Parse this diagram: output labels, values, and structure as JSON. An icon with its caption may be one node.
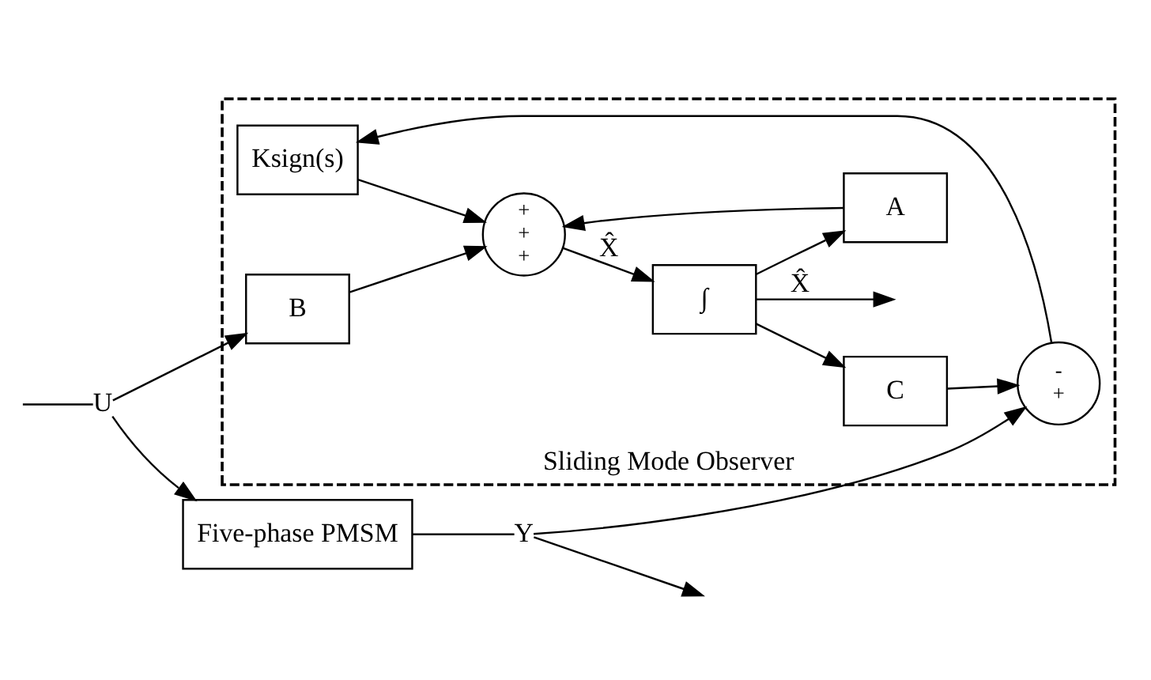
{
  "diagram": {
    "nodes": [
      {
        "text": [
          "Sliding Mode Observer"
        ]
      },
      {
        "text": [
          "U"
        ]
      },
      {
        "text": [
          "Five-phase PMSM"
        ]
      },
      {
        "text": [
          "Y"
        ]
      },
      {
        "text": [
          "Ksign(s)"
        ],
        "in": 0
      },
      {
        "text": [
          "B"
        ],
        "in": 0
      },
      {
        "text": [
          "+",
          "+",
          "+"
        ],
        "in": 0
      },
      {
        "text": [
          "∫"
        ],
        "in": 0
      },
      {
        "text": [
          "C"
        ],
        "in": 0
      },
      {
        "text": [
          "-",
          "+"
        ],
        "in": 0
      },
      {
        "text": [
          "A"
        ],
        "in": 0
      }
    ],
    "edges": [
      {
        "from": null,
        "to": 1,
        "arrow": "none"
      },
      {
        "from": 1,
        "to": 2,
        "arrow": "to"
      },
      {
        "from": 2,
        "to": 3,
        "arrow": "none"
      },
      {
        "from": 3,
        "to": null,
        "arrow": "to"
      },
      {
        "from": 1,
        "to": 5,
        "arrow": "to"
      },
      {
        "from": 5,
        "to": 6,
        "arrow": "to"
      },
      {
        "from": 6,
        "to": 7,
        "label": "X̂",
        "arrow": "to"
      },
      {
        "from": 7,
        "to": 8,
        "arrow": "to"
      },
      {
        "from": 8,
        "to": 9,
        "arrow": "to"
      },
      {
        "from": 3,
        "to": 9,
        "arrow": "to"
      },
      {
        "from": 9,
        "to": 4,
        "arrow": "to"
      },
      {
        "from": 4,
        "to": 6,
        "arrow": "to"
      },
      {
        "from": 7,
        "to": 10,
        "arrow": "to"
      },
      {
        "from": 10,
        "to": 6,
        "arrow": "to"
      },
      {
        "from": 7,
        "to": null,
        "label": "X̂",
        "arrow": "to"
      }
    ]
  }
}
